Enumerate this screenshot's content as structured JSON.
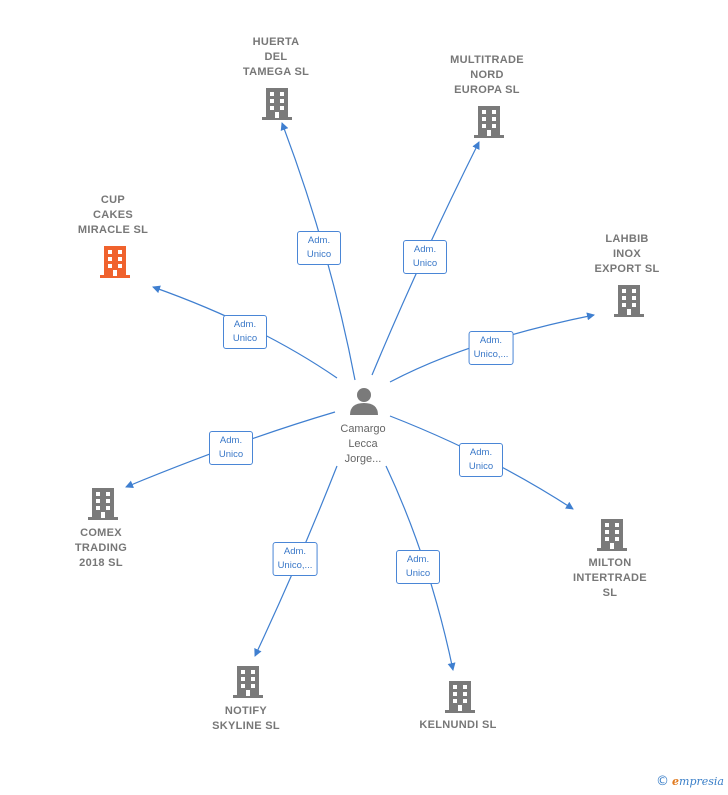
{
  "center": {
    "name": "Camargo\nLecca\nJorge..."
  },
  "companies": [
    {
      "id": "huerta",
      "name": "HUERTA\nDEL\nTAMEGA  SL",
      "highlight": false
    },
    {
      "id": "multitrade",
      "name": "MULTITRADE\nNORD\nEUROPA  SL",
      "highlight": false
    },
    {
      "id": "cupcakes",
      "name": "CUP\nCAKES\nMIRACLE  SL",
      "highlight": true
    },
    {
      "id": "lahbib",
      "name": "LAHBIB\nINOX\nEXPORT  SL",
      "highlight": false
    },
    {
      "id": "comex",
      "name": "COMEX\nTRADING\n2018  SL",
      "highlight": false
    },
    {
      "id": "milton",
      "name": "MILTON\nINTERTRADE\nSL",
      "highlight": false
    },
    {
      "id": "notify",
      "name": "NOTIFY\nSKYLINE  SL",
      "highlight": false
    },
    {
      "id": "kelnundi",
      "name": "KELNUNDI  SL",
      "highlight": false
    }
  ],
  "relations": [
    {
      "target": "huerta",
      "label": "Adm.\nUnico"
    },
    {
      "target": "multitrade",
      "label": "Adm.\nUnico"
    },
    {
      "target": "cupcakes",
      "label": "Adm.\nUnico"
    },
    {
      "target": "lahbib",
      "label": "Adm.\nUnico,..."
    },
    {
      "target": "comex",
      "label": "Adm.\nUnico"
    },
    {
      "target": "milton",
      "label": "Adm.\nUnico"
    },
    {
      "target": "notify",
      "label": "Adm.\nUnico,..."
    },
    {
      "target": "kelnundi",
      "label": "Adm.\nUnico"
    }
  ],
  "colors": {
    "edge": "#3f7fd0",
    "building": "#7a7a7a",
    "highlight": "#f0622d"
  },
  "brand": {
    "copyright": "©",
    "name_initial": "e",
    "name_rest": "mpresia"
  }
}
